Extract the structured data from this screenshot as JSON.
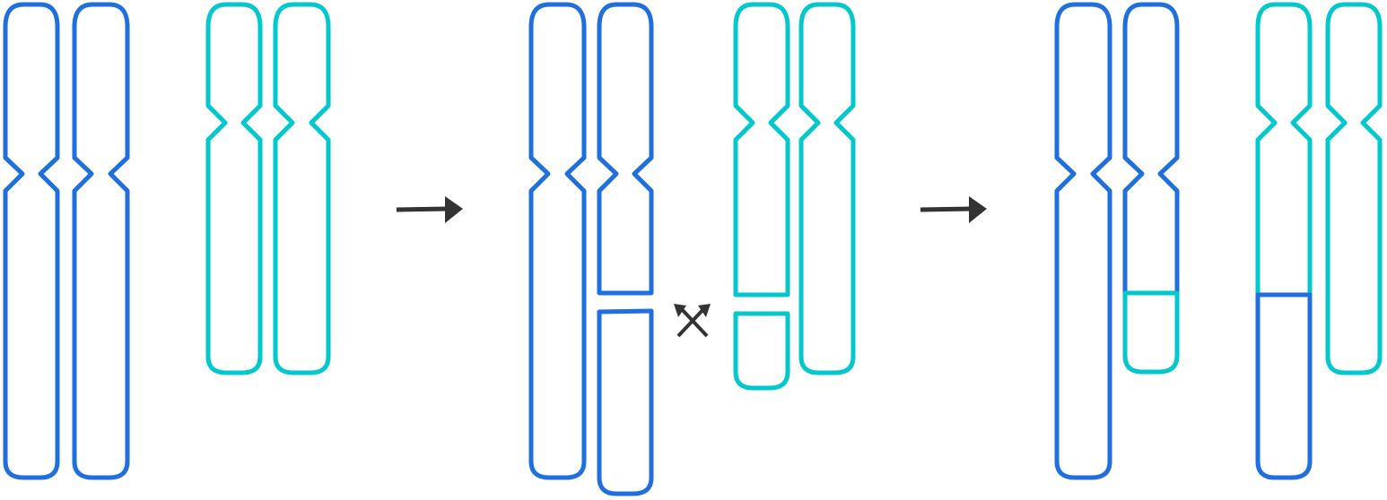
{
  "colors": {
    "chromosome_a": "#1f6fde",
    "chromosome_b": "#00c8cc",
    "arrow": "#333333",
    "background": "#ffffff"
  },
  "stages": [
    {
      "name": "before-exchange"
    },
    {
      "name": "breakage"
    },
    {
      "name": "after-exchange"
    }
  ],
  "icons": {
    "arrow": "right-arrow-icon",
    "exchange": "crossed-arrows-icon"
  }
}
